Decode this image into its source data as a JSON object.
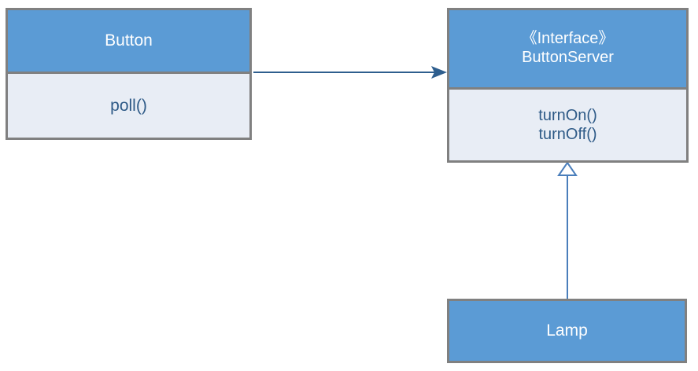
{
  "diagram": {
    "title": "Button / ButtonServer / Lamp UML class diagram",
    "type": "uml-class-diagram",
    "background_color": "#FFFFFF",
    "colors": {
      "header_fill": "#5B9BD5",
      "body_fill": "#E8EDF5",
      "border": "#808080",
      "header_text": "#FFFFFF",
      "body_text": "#2E5A87",
      "dependency_line": "#2E5E8E",
      "inheritance_line": "#4A7EBB"
    },
    "classes": [
      {
        "id": "button",
        "name": "Button",
        "stereotype": "",
        "members": [
          "poll()"
        ]
      },
      {
        "id": "buttonserver",
        "name": "ButtonServer",
        "stereotype": "《Interface》",
        "members": [
          "turnOn()",
          "turnOff()"
        ]
      },
      {
        "id": "lamp",
        "name": "Lamp",
        "stereotype": "",
        "members": []
      }
    ],
    "relationships": [
      {
        "id": "button-uses-buttonserver",
        "kind": "dependency",
        "arrowhead": "filled-open-arrow",
        "from": "Button",
        "to": "ButtonServer",
        "label": ""
      },
      {
        "id": "lamp-implements-buttonserver",
        "kind": "generalization",
        "arrowhead": "hollow-triangle",
        "from": "Lamp",
        "to": "ButtonServer",
        "label": ""
      }
    ]
  }
}
